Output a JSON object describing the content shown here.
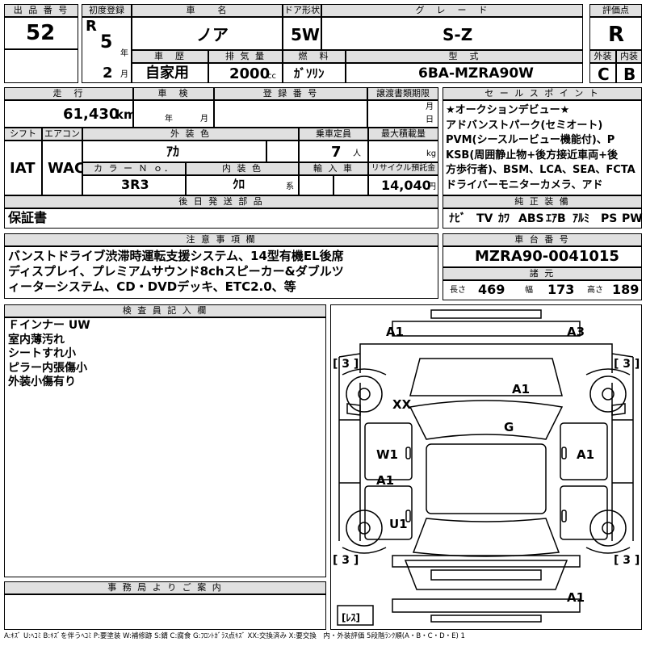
{
  "headers": {
    "lot_no": "出 品 番 号",
    "first_reg": "初度登録",
    "car_name": "車　　名",
    "door": "ドア形状",
    "grade": "グ　レ　ー　ド",
    "score": "評価点",
    "history": "車　歴",
    "displacement": "排 気 量",
    "fuel": "燃　料",
    "model": "型　式",
    "exterior": "外装",
    "interior": "内装",
    "mileage": "走　行",
    "inspection": "車　検",
    "registration": "登 録 番 号",
    "transfer": "譲渡書類期限",
    "shift": "シフト",
    "aircon": "エアコン",
    "ext_color": "外 装 色",
    "capacity": "乗車定員",
    "max_load": "最大積載量",
    "color_no": "カ ラ ー Ｎ ｏ．",
    "int_color": "内 装 色",
    "import": "輸 入 車",
    "recycle": "リサイクル預託金",
    "later_parts": "後 日 発 送 部 品",
    "sales_point": "セ ー ル ス ポ イ ン ト",
    "genuine": "純 正 装 備",
    "notes": "注 意 事 項 欄",
    "chassis": "車 台 番 号",
    "specs": "諸 元",
    "inspector": "検 査 員 記 入 欄",
    "office": "事 務 局 よ り ご 案 内"
  },
  "vehicle": {
    "lot_no": "52",
    "era": "R",
    "reg_year": "5",
    "year_unit": "年",
    "reg_month": "2",
    "month_unit": "月",
    "car_name": "ノア",
    "door": "5W",
    "grade": "S-Z",
    "score": "R",
    "history": "自家用",
    "displacement": "2000",
    "cc_unit": "cc",
    "fuel": "ｶﾞｿﾘﾝ",
    "model": "6BA-MZRA90W",
    "exterior": "C",
    "interior": "B",
    "mileage": "61,430",
    "km_unit": "km",
    "insp_year_unit": "年",
    "insp_month_unit": "月",
    "transfer_month_unit": "月",
    "transfer_day_unit": "日",
    "shift": "IAT",
    "aircon": "WAC",
    "ext_color": "ｱｶ",
    "capacity": "7",
    "capacity_unit": "人",
    "load_unit": "kg",
    "color_no": "3R3",
    "int_color": "ｸﾛ",
    "int_unit": "系",
    "recycle": "14,040",
    "yen_unit": "円",
    "later_parts": "保証書",
    "chassis": "MZRA90-0041015",
    "length_label": "長さ",
    "length": "469",
    "width_label": "幅",
    "width": "173",
    "height_label": "高さ",
    "height": "189"
  },
  "sales_points": [
    "★オークションデビュー★",
    "アドバンストパーク(セミオート)",
    "PVM(シースルービュー機能付)、P",
    "KSB(周囲静止物+後方接近車両+後",
    "方歩行者)、BSM、LCA、SEA、FCTA",
    "ドライバーモニターカメラ、アド"
  ],
  "genuine_equipment": [
    "ﾅﾋﾞ",
    "TV",
    "ｶﾜ",
    "ABS",
    "ｴｱB",
    "ｱﾙﾐ",
    "PS",
    "PW"
  ],
  "notes_lines": [
    "バンストドライブ渋滞時運転支援システム、14型有機EL後席",
    "ディスプレイ、プレミアムサウンド8chスピーカー&ダブルツ",
    "ィーターシステム、CD・DVDデッキ、ETC2.0、等"
  ],
  "inspector_lines": [
    "Ｆインナー UW",
    "室内薄汚れ",
    "シートすれ小",
    "ピラー内張傷小",
    "外装小傷有り"
  ],
  "diagram": {
    "tires": [
      "[ 3 ]",
      "[ 3 ]",
      "[ 3 ]",
      "[ 3 ]"
    ],
    "rest_label": "[ﾚｽ]",
    "marks": [
      "A1",
      "A3",
      "A1",
      "G",
      "XX",
      "W1",
      "A1",
      "A1",
      "U1",
      "A1"
    ]
  },
  "legend": "A:ｷｽﾞ U:ﾍｺﾐ B:ｷｽﾞを伴うﾍｺﾐ P:要塗装 W:補修跡 S:錆 C:腐食 G:ﾌﾛﾝﾄｶﾞﾗｽ点ｷｽﾞ XX:交換済み X:要交換　内・外装評価 5段階ﾗﾝｸ順(A・B・C・D・E) 1"
}
